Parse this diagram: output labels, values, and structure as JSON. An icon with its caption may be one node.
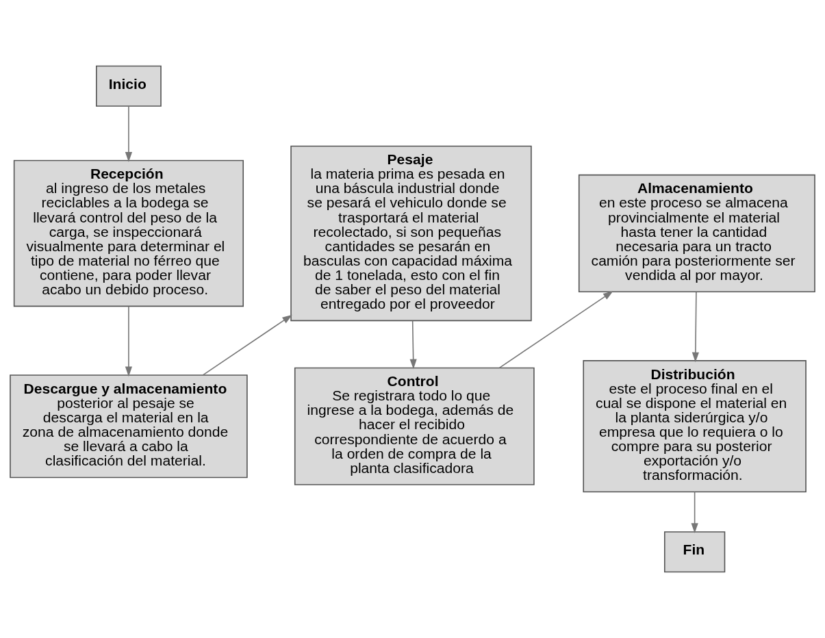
{
  "diagram": {
    "nodes": [
      {
        "text": [
          "Inicio"
        ]
      },
      {
        "text": [
          "Recepción",
          "al ingreso de los metales reciclables a la bodega se llevará control del peso de la carga, se inspeccionará visualmente para determinar el tipo de material no férreo que contiene, para poder llevar acabo un debido proceso."
        ]
      },
      {
        "text": [
          "Descargue y almacenamiento",
          "posterior al pesaje se descarga el material en la zona de almacenamiento donde se llevará a cabo la clasificación del material."
        ]
      },
      {
        "text": [
          "Pesaje",
          "la materia prima es pesada en una báscula industrial donde se pesará el vehiculo donde se trasportará el material recolectado, si son pequeñas cantidades se pesarán en basculas con capacidad máxima de 1 tonelada, esto con el fin de saber el peso del material entregado por el proveedor"
        ]
      },
      {
        "text": [
          "Control",
          "Se registrara todo lo que ingrese a la bodega, además de hacer el recibido correspondiente de acuerdo a la orden de compra de la planta clasificadora"
        ]
      },
      {
        "text": [
          "Almacenamiento",
          "en este proceso se almacena provincialmente el material hasta tener la cantidad necesaria para un tracto camión para posteriormente ser vendida al por mayor."
        ]
      },
      {
        "text": [
          "Distribución",
          "este el proceso final en el cual se dispone el material en la planta siderúrgica y/o empresa que lo requiera o lo compre para su posterior exportación y/o transformación."
        ]
      },
      {
        "text": [
          "Fin"
        ]
      }
    ],
    "edges": [
      {
        "from": 0,
        "to": 1,
        "arrow": "to"
      },
      {
        "from": 1,
        "to": 2,
        "arrow": "to"
      },
      {
        "from": 2,
        "to": 3,
        "arrow": "to"
      },
      {
        "from": 3,
        "to": 4,
        "arrow": "to"
      },
      {
        "from": 4,
        "to": 5,
        "arrow": "to"
      },
      {
        "from": 5,
        "to": 6,
        "arrow": "to"
      },
      {
        "from": 6,
        "to": 7,
        "arrow": "to"
      }
    ]
  }
}
